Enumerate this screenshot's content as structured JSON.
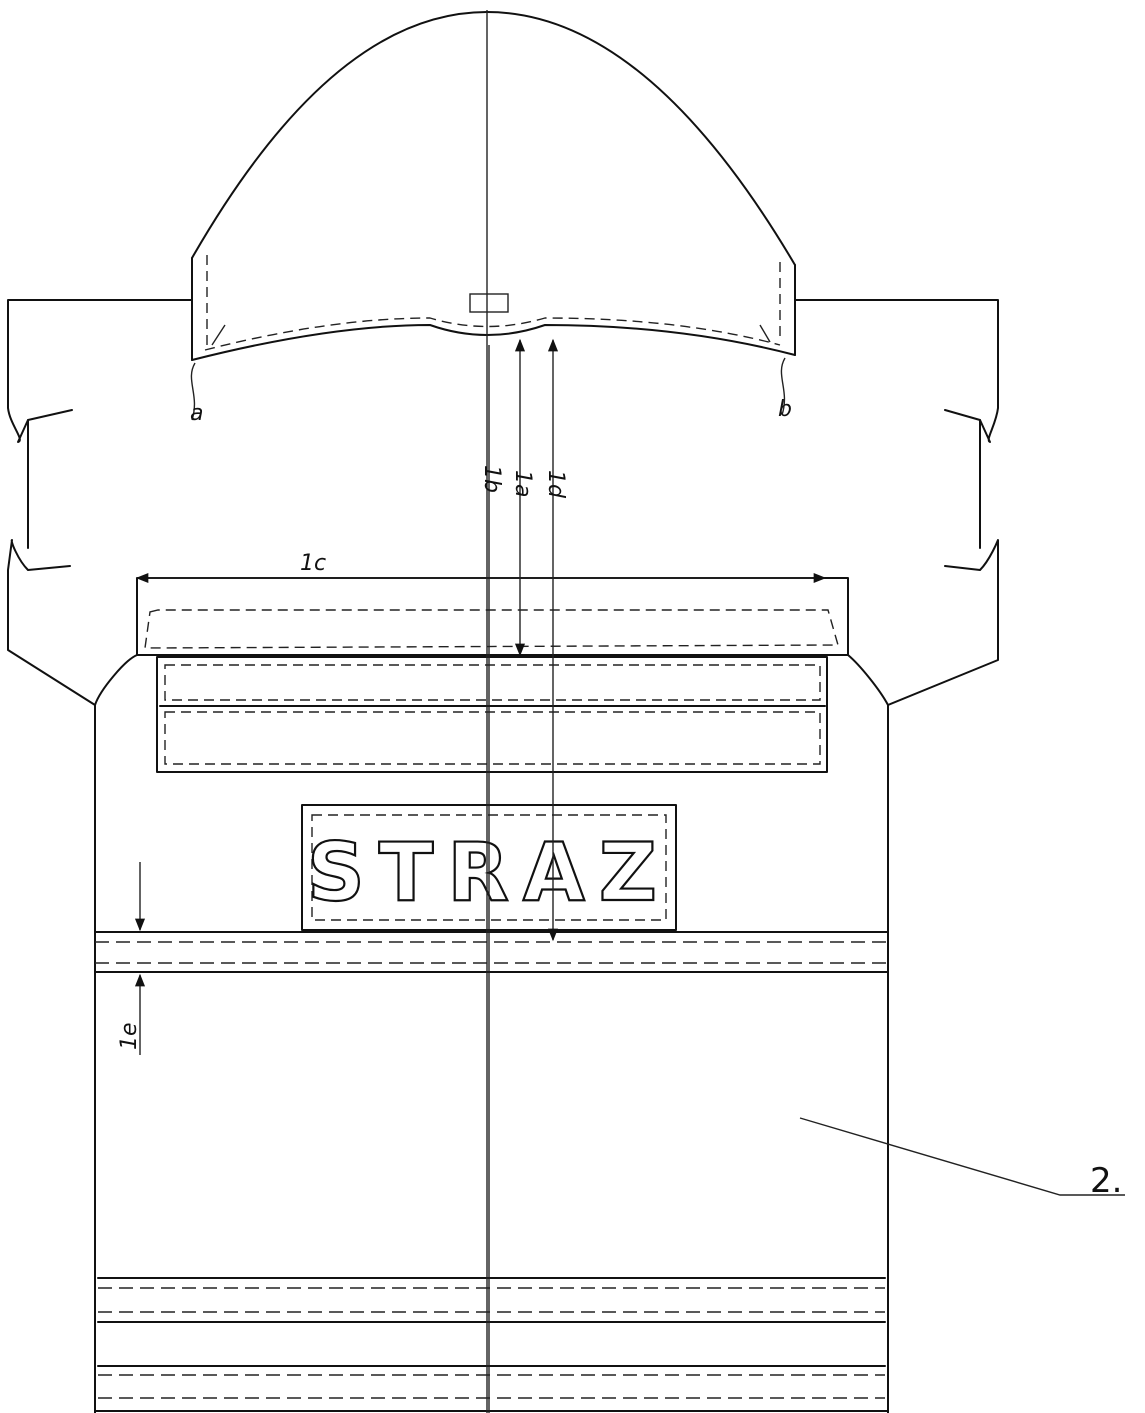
{
  "patch": {
    "text": "STRAZ"
  },
  "dimensions": {
    "a": "1a",
    "b": "1b",
    "c": "1c",
    "d": "1d",
    "e": "1e"
  },
  "callouts": {
    "part_2": "2.",
    "hood_left": "a",
    "hood_right": "b"
  }
}
